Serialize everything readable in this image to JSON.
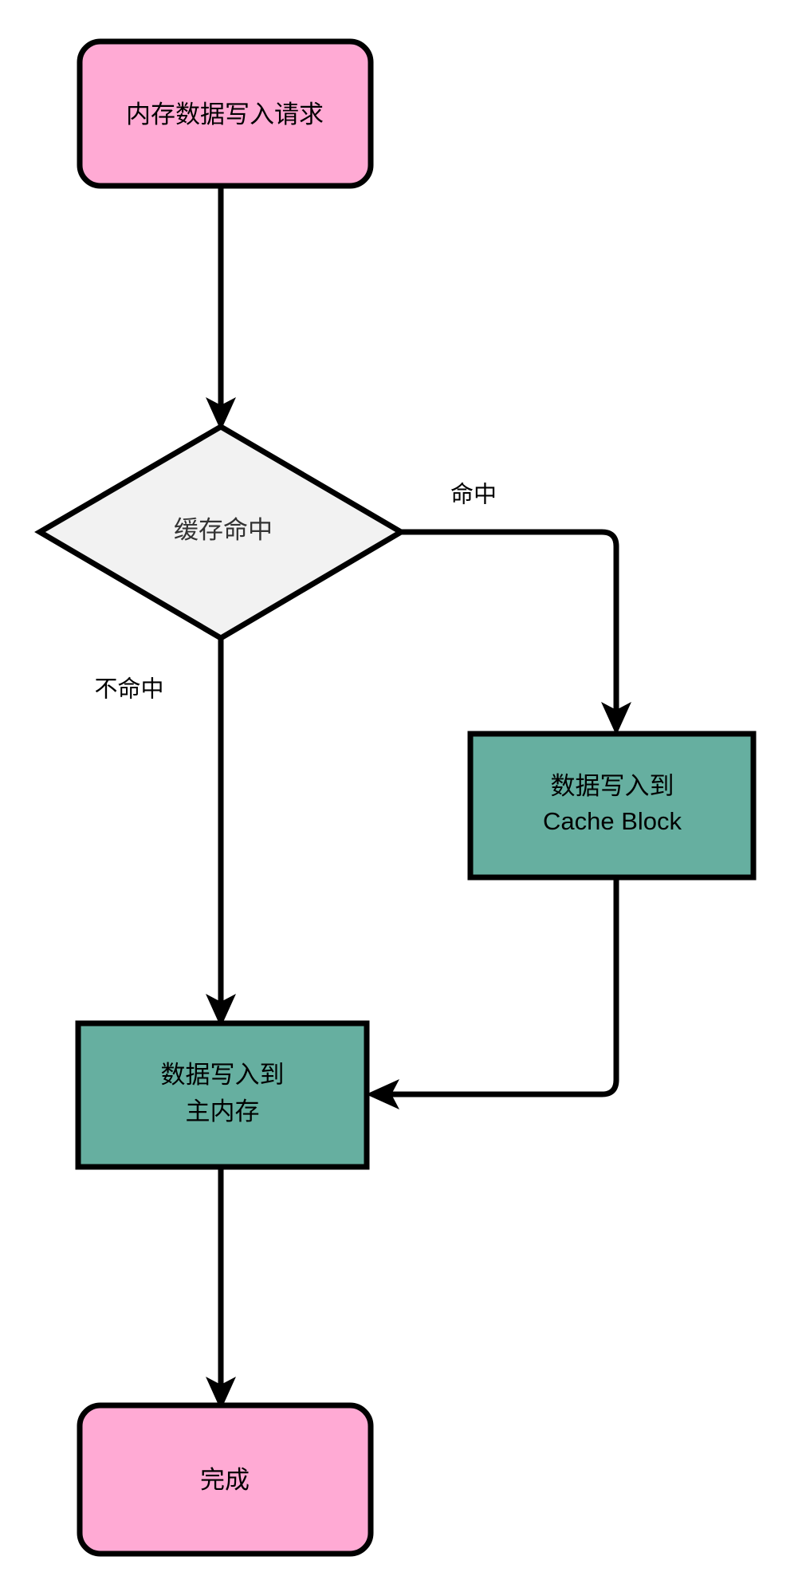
{
  "diagram": {
    "type": "flowchart",
    "orientation": "top-to-bottom",
    "background_color": "#ffffff",
    "colors": {
      "terminator_fill": "#ffaad4",
      "process_fill": "#66afa0",
      "decision_fill": "#f2f2f2",
      "stroke": "#000000",
      "text": "#000000",
      "decision_text": "#333333"
    },
    "nodes": [
      {
        "id": "start",
        "shape": "rounded-rectangle",
        "label": "内存数据写入请求",
        "lines": [
          "内存数据写入请求"
        ],
        "fill": "#ffaad4"
      },
      {
        "id": "decision",
        "shape": "diamond",
        "label": "缓存命中",
        "lines": [
          "缓存命中"
        ],
        "fill": "#f2f2f2"
      },
      {
        "id": "write-cache",
        "shape": "rectangle",
        "label": "数据写入到 Cache Block",
        "lines": [
          "数据写入到",
          "Cache Block"
        ],
        "fill": "#66afa0"
      },
      {
        "id": "write-memory",
        "shape": "rectangle",
        "label": "数据写入到 主内存",
        "lines": [
          "数据写入到",
          "主内存"
        ],
        "fill": "#66afa0"
      },
      {
        "id": "done",
        "shape": "rounded-rectangle",
        "label": "完成",
        "lines": [
          "完成"
        ],
        "fill": "#ffaad4"
      }
    ],
    "edges": [
      {
        "id": "start-to-decision",
        "from": "start",
        "to": "decision",
        "label": ""
      },
      {
        "id": "decision-hit",
        "from": "decision",
        "to": "write-cache",
        "label": "命中"
      },
      {
        "id": "decision-miss",
        "from": "decision",
        "to": "write-memory",
        "label": "不命中"
      },
      {
        "id": "cache-to-memory",
        "from": "write-cache",
        "to": "write-memory",
        "label": ""
      },
      {
        "id": "memory-to-done",
        "from": "write-memory",
        "to": "done",
        "label": ""
      }
    ]
  }
}
